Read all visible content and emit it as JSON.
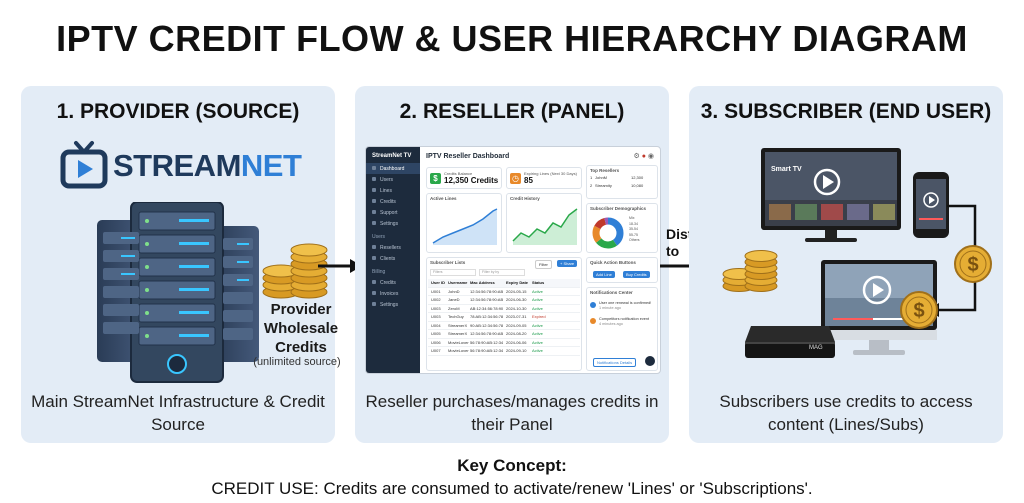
{
  "title": "IPTV CREDIT FLOW & USER HIERARCHY DIAGRAM",
  "panels": {
    "provider": {
      "title": "1. PROVIDER (SOURCE)",
      "logo_main": "STREAM",
      "logo_accent": "NET",
      "credit_label": "Provider Wholesale Credits",
      "credit_note": "(unlimited source)",
      "caption": "Main StreamNet Infrastructure & Credit Source"
    },
    "reseller": {
      "title": "2. RESELLER (PANEL)",
      "caption": "Reseller purchases/manages credits in their Panel"
    },
    "subscriber": {
      "title": "3. SUBSCRIBER (END USER)",
      "caption": "Subscribers use credits to access content (Lines/Subs)",
      "smart_tv_label": "Smart TV",
      "box_label": "MAG"
    }
  },
  "arrows": {
    "distributes_label": "Distributes to"
  },
  "dashboard": {
    "brand": "StreamNet TV",
    "header": "IPTV Reseller Dashboard",
    "nav": [
      {
        "label": "Dashboard",
        "active": true
      },
      {
        "label": "Users",
        "active": false
      },
      {
        "label": "Lines",
        "active": false
      },
      {
        "label": "Credits",
        "active": false
      },
      {
        "label": "Support",
        "active": false
      },
      {
        "label": "Settings",
        "active": false
      }
    ],
    "nav_group_users": "Users",
    "nav_users": [
      "Resellers",
      "Clients"
    ],
    "nav_group_billing": "Billing",
    "nav_billing": [
      "Credits",
      "Invoices",
      "Settings"
    ],
    "credits_balance_label": "Credits Balance",
    "credits_balance_value": "12,350 Credits",
    "expiring_label": "Expiring Lines (Next 30 Days)",
    "expiring_value": "85",
    "top_resellers_label": "Top Resellers",
    "top_resellers": [
      {
        "rank": "1",
        "name": "JohnM",
        "value": "12,300"
      },
      {
        "rank": "2",
        "name": "Streamity",
        "value": "10,080"
      }
    ],
    "active_lines_label": "Active Lines",
    "credit_history_label": "Credit History",
    "demographics_label": "Subscriber Demographics",
    "demographics_legend": [
      "Mix",
      "18-34",
      "35-54",
      "55-75",
      "Others"
    ],
    "subscriber_lists_label": "Subscriber Lists",
    "filter_label": "Filter",
    "filter_placeholder": "Filters",
    "filter_by_placeholder": "Filter by by",
    "add_button": "+ Share",
    "table_headers": [
      "User ID",
      "Username",
      "Mac Address",
      "Expiry Date",
      "Status"
    ],
    "table_rows": [
      {
        "id": "U001",
        "user": "JohnD",
        "mac": "12:34:56:78:90:AB",
        "date": "2024-05-15",
        "status": "Active"
      },
      {
        "id": "U002",
        "user": "JaneD",
        "mac": "12:34:56:78:90:AB",
        "date": "2024-06-30",
        "status": "Active"
      },
      {
        "id": "U003",
        "user": "ZeroM",
        "mac": "AB:12:34:56:78:90",
        "date": "2024-10-30",
        "status": "Active"
      },
      {
        "id": "U003",
        "user": "TechGuy",
        "mac": "78:AB:12:34:56:78",
        "date": "2023-07-31",
        "status": "Expired"
      },
      {
        "id": "U004",
        "user": "StreamerX",
        "mac": "90:AB:12:34:56:78",
        "date": "2024-09-05",
        "status": "Active"
      },
      {
        "id": "U005",
        "user": "StreamerX",
        "mac": "12:34:56:78:90:AB",
        "date": "2024-08-20",
        "status": "Active"
      },
      {
        "id": "U006",
        "user": "MovieLover",
        "mac": "56:78:90:AB:12:34",
        "date": "2024-06-06",
        "status": "Active"
      },
      {
        "id": "U007",
        "user": "MovieLover",
        "mac": "56:78:90:AB:12:34",
        "date": "2024-09-10",
        "status": "Active"
      }
    ],
    "quick_actions_label": "Quick Action Buttons",
    "quick_actions": [
      "Add Line",
      "Buy Credits"
    ],
    "notifications_label": "Notifications Center",
    "notifications": [
      {
        "text": "User one renewal is confirmed!",
        "sub": "1 minute ago"
      },
      {
        "text": "Competitors notification event",
        "sub": "4 minutes ago"
      }
    ],
    "notifications_button": "Notifications Details"
  },
  "key": {
    "title": "Key Concept:",
    "text": "CREDIT USE: Credits are consumed to activate/renew 'Lines' or 'Subscriptions'."
  },
  "colors": {
    "panel_bg": "#e3ecf6",
    "brand_dark": "#1f3a5c",
    "brand_accent": "#2f7fd6",
    "gold": "#e0a82e",
    "sidebar": "#1d2b3d"
  }
}
